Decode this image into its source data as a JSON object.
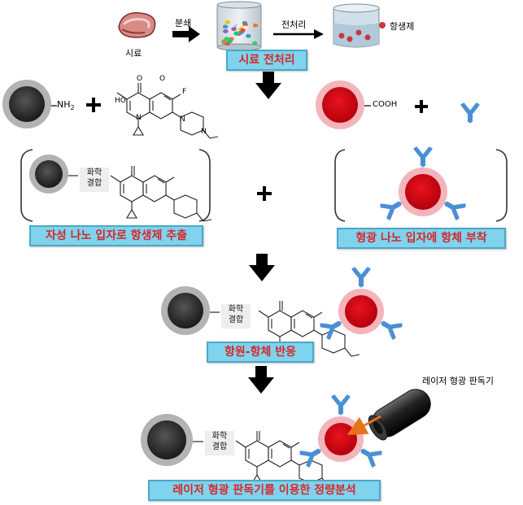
{
  "top": {
    "sample_label": "시료",
    "grind_label": "분쇄",
    "pretreat_arrow_label": "전처리",
    "antibiotic_legend": "항생제",
    "step1": "시료 전처리"
  },
  "reagents": {
    "amine_label": "NH",
    "amine_sub": "2",
    "cooh_label": "COOH",
    "drug_labels": {
      "ho": "HO",
      "o": "O",
      "f": "F",
      "n": "N"
    }
  },
  "complexes": {
    "bond_label_line1": "화학",
    "bond_label_line2": "결합",
    "step2_left": "자성 나노 입자로 항생제 추출",
    "step2_right": "형광 나노 입자에 항체 부착"
  },
  "reaction": {
    "step3": "항원-항체 반응"
  },
  "detection": {
    "reader_label": "레이저 형광 판독기",
    "step4": "레이저 형광 판독기를 이용한 정량분석"
  },
  "colors": {
    "step_box_fill": "#7fd3ec",
    "step_text": "#d8262b",
    "antibody": "#4a8fd6",
    "fluor_core": "#d0021b",
    "fluor_halo": "#f3b5bb",
    "magnetic_core": "#2e2e2e",
    "magnetic_halo": "#b0b0b0",
    "laser": "#e8731c"
  }
}
